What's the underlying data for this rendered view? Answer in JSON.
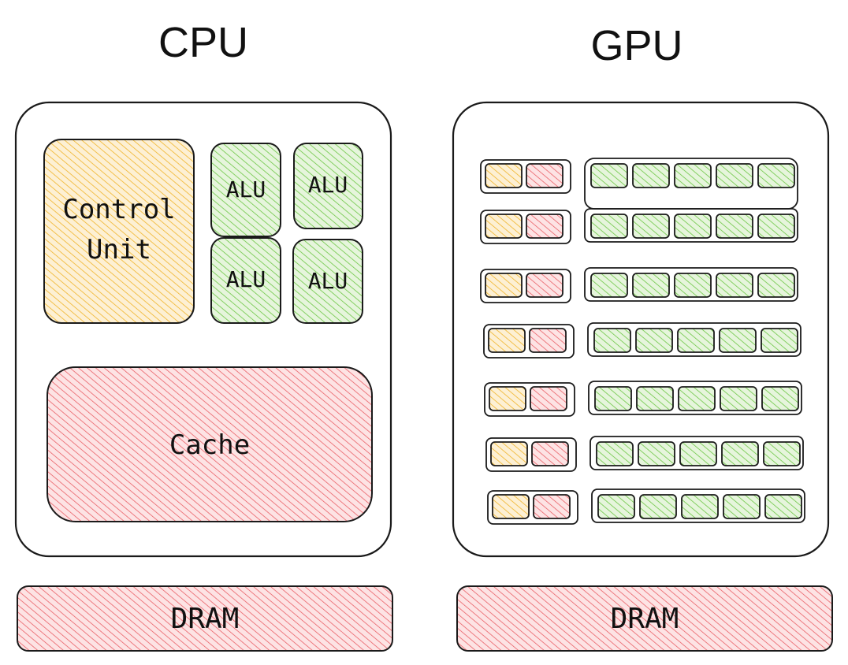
{
  "cpu": {
    "title": "CPU",
    "control_unit_line1": "Control",
    "control_unit_line2": "Unit",
    "alu_labels": [
      "ALU",
      "ALU",
      "ALU",
      "ALU"
    ],
    "cache_label": "Cache",
    "dram_label": "DRAM"
  },
  "gpu": {
    "title": "GPU",
    "rows": 7,
    "control_cells_per_row": 1,
    "cache_cells_per_row": 1,
    "alu_cells_per_row": 5,
    "dram_label": "DRAM"
  },
  "colors": {
    "outline": "#1a1a1a",
    "control": "#f0b429",
    "control_fill": "#fde9bf",
    "alu": "#6cc644",
    "alu_fill": "#d9f0c8",
    "cache": "#e8585f",
    "cache_fill": "#fbd4d6"
  }
}
